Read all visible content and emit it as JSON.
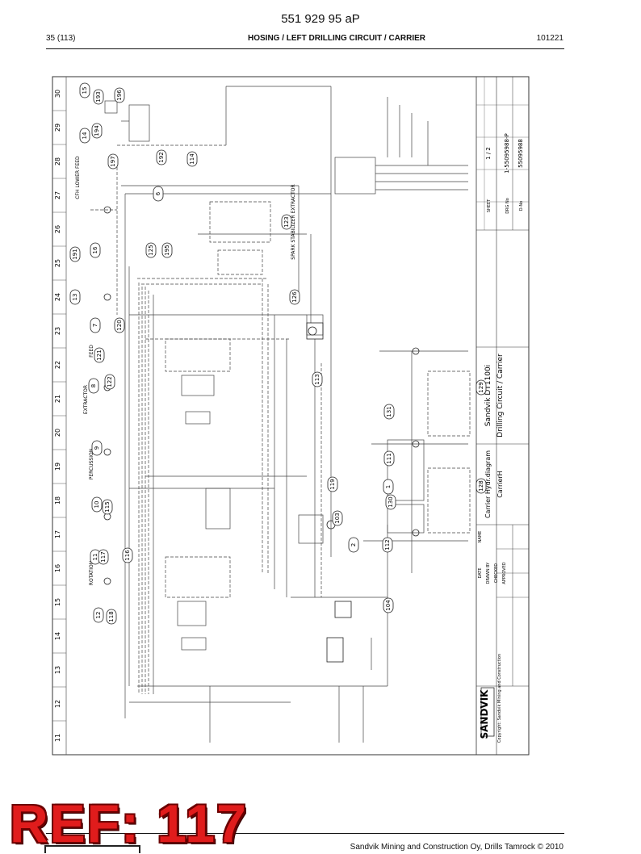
{
  "header": {
    "doc_number": "551 929 95 aP",
    "page": "35 (113)",
    "title": "HOSING / LEFT DRILLING CIRCUIT / CARRIER",
    "date": "101221"
  },
  "footer": {
    "copyright": "Sandvik Mining and Construction Oy, Drills Tamrock © 2010"
  },
  "stamp": {
    "text": "REF: 117",
    "color": "#e01c1c"
  },
  "drawing": {
    "grid_columns": [
      "30",
      "29",
      "28",
      "27",
      "26",
      "25",
      "24",
      "23",
      "22",
      "21",
      "20",
      "19",
      "18",
      "17",
      "16",
      "15",
      "14",
      "13",
      "12",
      "11"
    ],
    "section_labels": [
      "CFH LOWER FEED",
      "FEED",
      "EXTRACTOR",
      "PERCUSSION",
      "ROTATION",
      "SPARK STABILIZER EXTRACTOR"
    ],
    "callouts": [
      "15",
      "193",
      "196",
      "14",
      "194",
      "197",
      "192",
      "114",
      "6",
      "191",
      "16",
      "13",
      "7",
      "120",
      "121",
      "8",
      "122",
      "123",
      "126",
      "125",
      "195",
      "113",
      "9",
      "10",
      "115",
      "11",
      "117",
      "116",
      "12",
      "118",
      "119",
      "103",
      "2",
      "104",
      "131",
      "111",
      "130",
      "1",
      "112",
      "128",
      "129"
    ],
    "title_block": {
      "company": "SANDVIK",
      "company_sub": "Copyright: Sandvik Mining and Construction",
      "title_line1": "Sandvik DT1100i",
      "title_line2": "Drilling Circuit / Carrier",
      "diagram_type": "Carrier Hydr.diagram",
      "subject": "CarrierH",
      "sheet": "1 / 2",
      "drawing_no": "1-55095988-P",
      "design_no": "55095988",
      "hdr_date": "DATE",
      "hdr_name": "NAME",
      "drawn_by": "DRAWN BY",
      "checked": "CHECKED",
      "approved": "APPROVED",
      "sheet_label": "SHEET",
      "drawing_no_label": "DRG No",
      "design_no_label": "D-No"
    }
  }
}
